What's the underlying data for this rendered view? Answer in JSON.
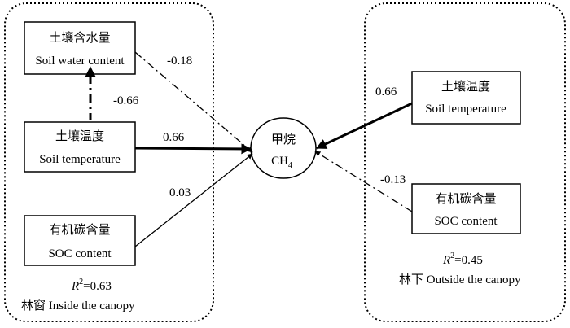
{
  "left_panel": {
    "r2": "=0.63",
    "r2_prefix": "R",
    "r2_sup": "2",
    "caption": "林窗 Inside the canopy",
    "boxes": [
      {
        "zh": "土壤含水量",
        "en": "Soil water content"
      },
      {
        "zh": "土壤温度",
        "en": "Soil temperature"
      },
      {
        "zh": "有机碳含量",
        "en": "SOC content"
      }
    ],
    "coefficients": {
      "water_to_ch4": "-0.18",
      "water_temp_corr": "-0.66",
      "temp_to_ch4": "0.66",
      "soc_to_ch4": "0.03"
    }
  },
  "center": {
    "zh": "甲烷",
    "en_base": "CH",
    "en_sub": "4"
  },
  "right_panel": {
    "r2": "=0.45",
    "r2_prefix": "R",
    "r2_sup": "2",
    "caption": "林下 Outside the canopy",
    "boxes": [
      {
        "zh": "土壤温度",
        "en": "Soil temperature"
      },
      {
        "zh": "有机碳含量",
        "en": "SOC content"
      }
    ],
    "coefficients": {
      "temp_to_ch4": "0.66",
      "soc_to_ch4": "-0.13"
    }
  }
}
